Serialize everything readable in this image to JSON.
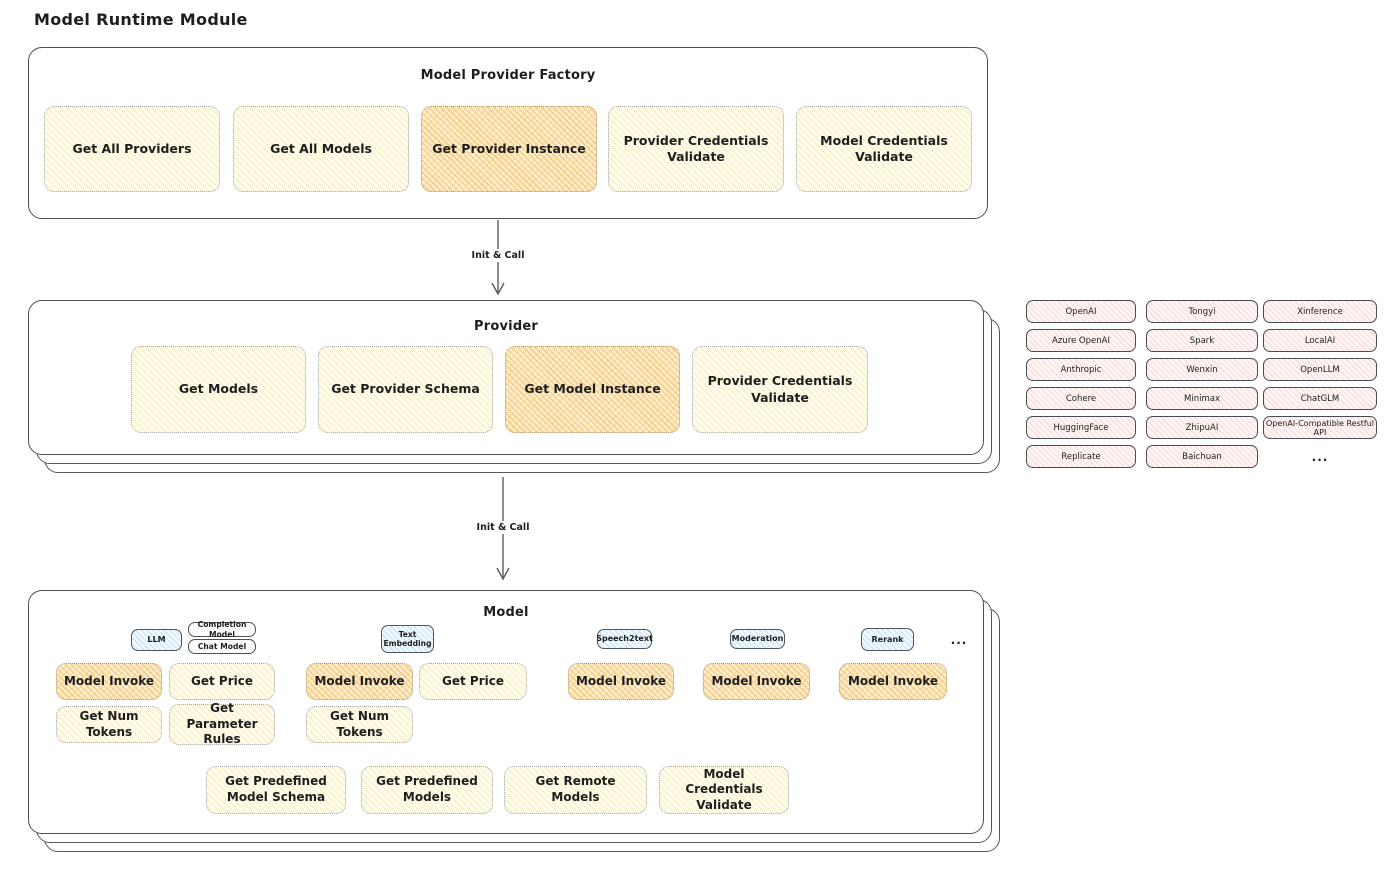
{
  "diagram_title": "Model Runtime Module",
  "arrows": {
    "init_call_1": "Init & Call",
    "init_call_2": "Init & Call"
  },
  "factory": {
    "title": "Model Provider Factory",
    "buttons": [
      "Get All Providers",
      "Get All Models",
      "Get Provider Instance",
      "Provider Credentials Validate",
      "Model Credentials Validate"
    ]
  },
  "provider": {
    "title": "Provider",
    "buttons": [
      "Get Models",
      "Get Provider Schema",
      "Get Model Instance",
      "Provider Credentials Validate"
    ]
  },
  "model": {
    "title": "Model",
    "type_tags": {
      "llm": "LLM",
      "completion": "Completion Model",
      "chat": "Chat Model",
      "text_embedding": "Text Embedding",
      "speech2text": "Speech2text",
      "moderation": "Moderation",
      "rerank": "Rerank",
      "more": "..."
    },
    "buttons": {
      "model_invoke": "Model Invoke",
      "get_price": "Get Price",
      "get_num_tokens": "Get Num Tokens",
      "get_parameter_rules": "Get Parameter Rules",
      "get_predefined_model_schema": "Get Predefined Model Schema",
      "get_predefined_models": "Get Predefined Models",
      "get_remote_models": "Get Remote Models",
      "model_credentials_validate": "Model Credentials Validate"
    }
  },
  "providers_list": {
    "column1": [
      "OpenAI",
      "Azure OpenAI",
      "Anthropic",
      "Cohere",
      "HuggingFace",
      "Replicate"
    ],
    "column2": [
      "Tongyi",
      "Spark",
      "Wenxin",
      "Minimax",
      "ZhipuAI",
      "Baichuan"
    ],
    "column3": [
      "Xinference",
      "LocalAI",
      "OpenLLM",
      "ChatGLM",
      "OpenAI-Compatible Restful API"
    ],
    "more": "..."
  },
  "colors": {
    "yellow_fill": "#fffcf0",
    "orange_fill": "#fcefd2",
    "pink_fill": "#fff6f6",
    "blue_fill": "#f3faff",
    "border_dark": "#4d5053",
    "dotted_border": "#a3a3a3",
    "text": "#1e1e1e"
  }
}
